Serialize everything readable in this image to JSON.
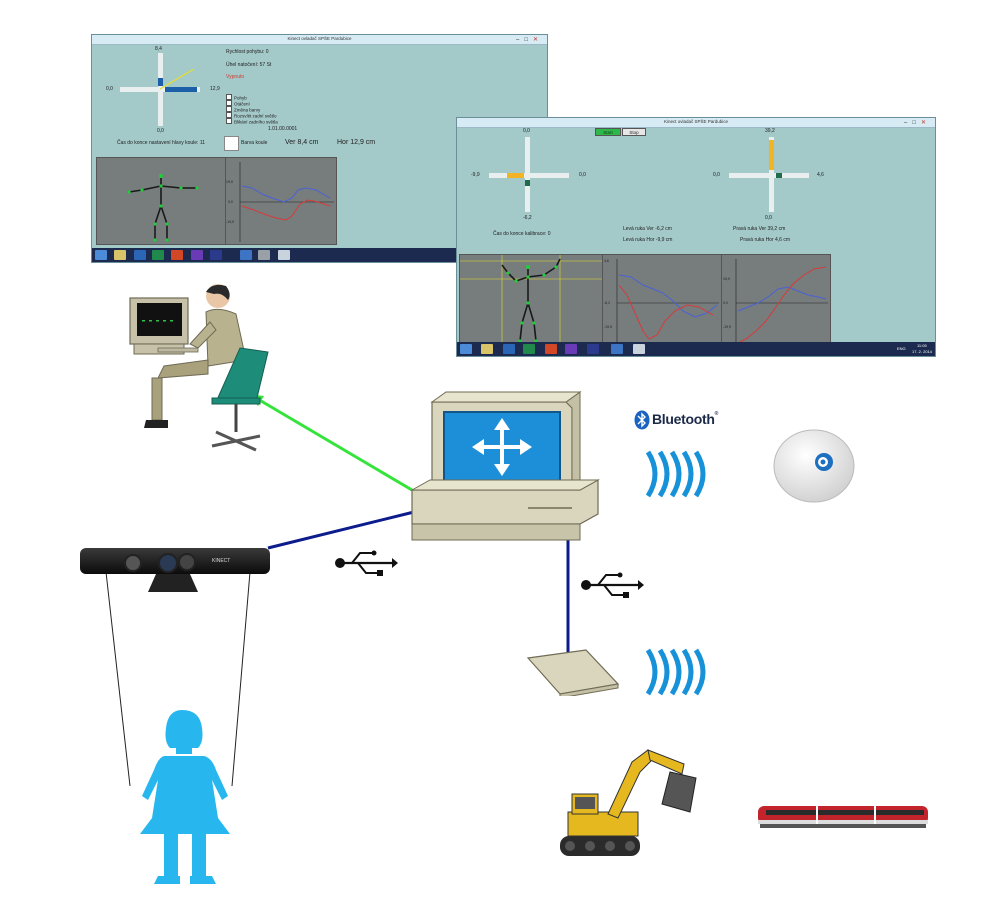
{
  "window1": {
    "title": "Kinect ovladač SPŠE Pardubice",
    "speed_label": "Rychlost pohybu: 0",
    "angle_label": "Úhel natočení: 57 St",
    "off_label": "Vypnuto",
    "cross": {
      "top": "8,4",
      "left": "0,0",
      "right": "12,9",
      "bottom": "0,0"
    },
    "checkboxes": [
      "Pohyb",
      "Otáčení",
      "Změna barvy",
      "Rozsvítit zadní světlo",
      "Blikání zadního světla"
    ],
    "time_value": "1.01.00.0001",
    "countdown_label": "Čas do konce nastavení hlavy koule: 11",
    "color_label": "Barva koule",
    "ver_label": "Ver 8,4 cm",
    "hor_label": "Hor 12,9 cm",
    "graph_ticks": [
      "19,9",
      "0,0",
      "-19,9"
    ]
  },
  "window2": {
    "title": "Kinect ovladač SPŠE Pardubice",
    "start_label": "Start",
    "stop_label": "Stop",
    "left_cross": {
      "top": "0,0",
      "left": "-9,9",
      "right": "0,0",
      "bottom": "-6,2"
    },
    "right_cross": {
      "top": "39,2",
      "left": "0,0",
      "right": "4,6",
      "bottom": "0,0"
    },
    "calib_label": "Čas do konce kalibrace: 0",
    "left_ver": "Levá ruka Ver -6,2 cm",
    "left_hor": "Levá ruka Hor -9,9 cm",
    "right_ver": "Pravá ruka Ver 39,2 cm",
    "right_hor": "Pravá ruka Hor 4,6 cm",
    "graph1_ticks": [
      "4,6",
      "-6,2",
      "-19,9"
    ],
    "graph2_ticks": [
      "19,9",
      "0,0",
      "-19,9"
    ],
    "tray_lang": "ENG",
    "tray_clock": "11:05",
    "tray_date": "17. 2. 2014"
  },
  "diagram": {
    "bluetooth_label": "Bluetooth",
    "bluetooth_tm": "®",
    "kinect_label": "KINECT",
    "colors": {
      "green_link": "#35e43a",
      "blue_link": "#0c1c8c",
      "wave": "#1792d9",
      "router_screen": "#1d8fd8",
      "person_female": "#27b7ee",
      "train": "#c3242b"
    }
  }
}
